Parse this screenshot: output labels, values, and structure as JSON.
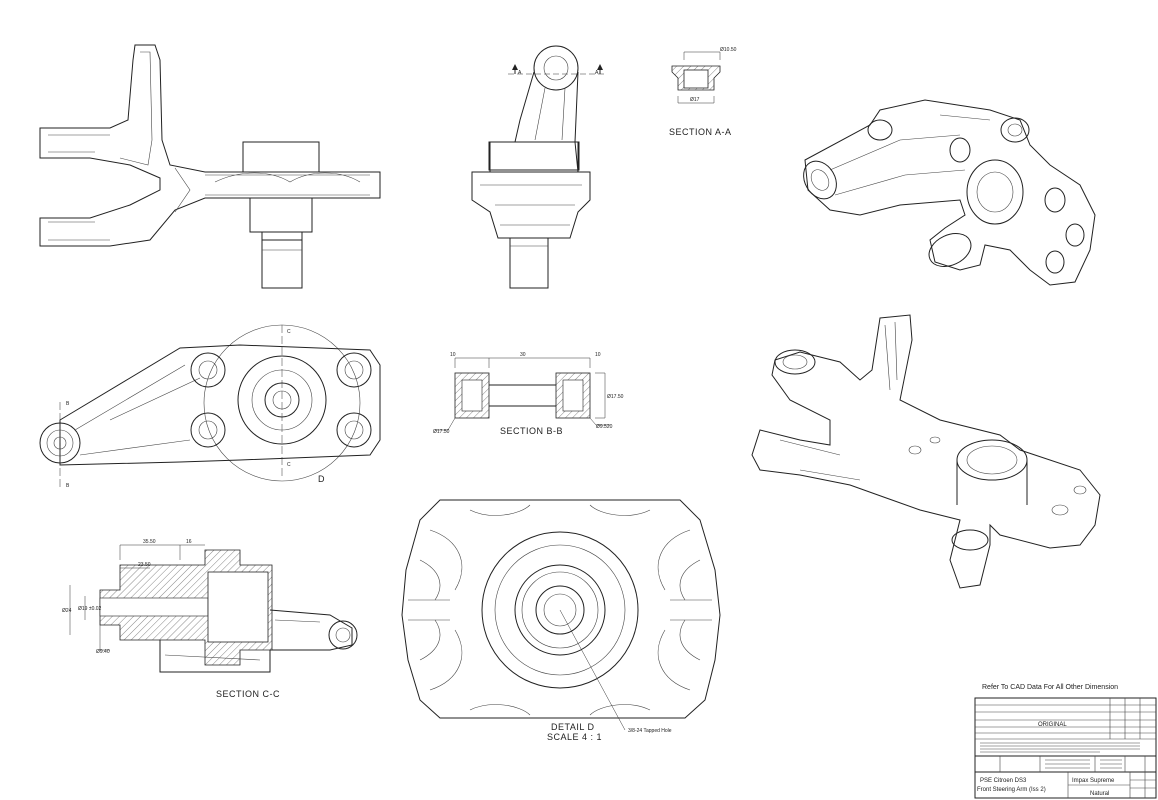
{
  "views": {
    "section_aa_label": "SECTION A-A",
    "section_bb_label": "SECTION B-B",
    "section_cc_label": "SECTION C-C",
    "detail_d_label": "DETAIL D",
    "detail_d_scale": "SCALE 4 : 1",
    "detail_d_note": "3/8-24 Tapped Hole",
    "cut_a": "A",
    "cut_b": "B",
    "cut_c": "C",
    "detail_mark": "D"
  },
  "dimensions": {
    "aa_top_dia": "Ø10.50",
    "aa_bottom_dia": "Ø17",
    "bb_left_len": "10",
    "bb_mid_len": "30",
    "bb_right_len": "10",
    "bb_right_dia": "Ø17.50",
    "bb_left_bottom_dia": "Ø17.50",
    "bb_right_bottom_dia": "Ø9.520",
    "cc_len_1": "35.50",
    "cc_len_2": "16",
    "cc_len_3": "23.50",
    "cc_dia_1": "Ø24",
    "cc_dia_2": "Ø19 ±0.02",
    "cc_dia_3": "Ø9.40"
  },
  "notes": {
    "cad_note": "Refer To CAD Data For All Other Dimension"
  },
  "title_block": {
    "original_label": "ORIGINAL",
    "part_title_line1": "PSE Citroen DS3",
    "part_title_line2": "Front Steering Arm (Iss 2)",
    "company": "Impax Supreme",
    "finish": "Natural"
  }
}
